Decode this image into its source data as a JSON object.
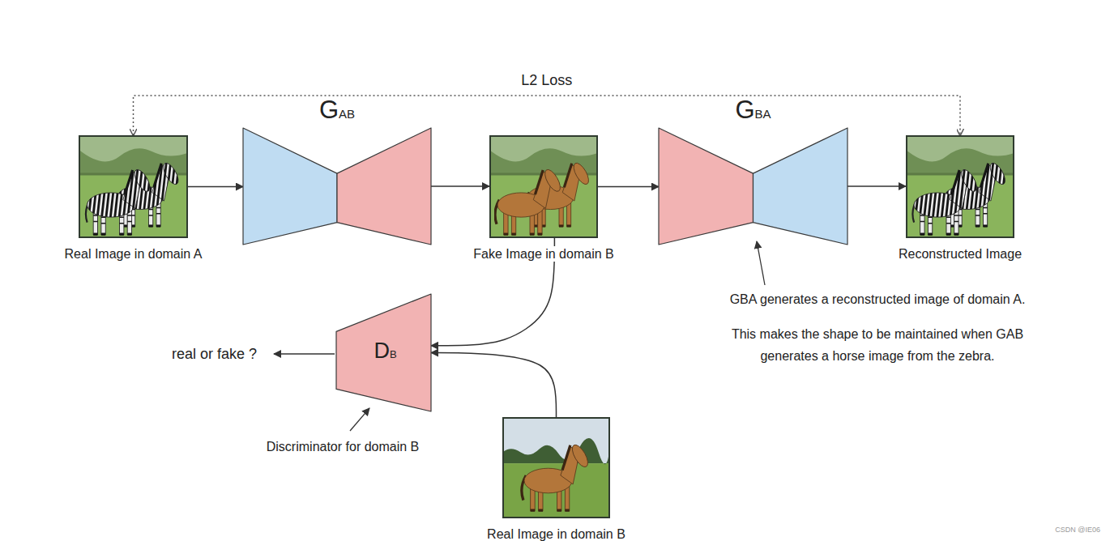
{
  "diagram": {
    "nodes": [
      {
        "text": [
          "Real Image in domain A"
        ]
      },
      {
        "text": [
          "GAB"
        ]
      },
      {
        "text": [
          "Fake Image in domain B"
        ]
      },
      {
        "text": [
          "GBA"
        ]
      },
      {
        "text": [
          "Reconstructed Image"
        ]
      },
      {
        "text": [
          "DB"
        ]
      },
      {
        "text": [
          "Real Image in domain B"
        ]
      }
    ],
    "edges": [
      {
        "from": 0,
        "to": 1,
        "arrow": "to"
      },
      {
        "from": 1,
        "to": 2,
        "arrow": "to"
      },
      {
        "from": 2,
        "to": 3,
        "arrow": "to"
      },
      {
        "from": 3,
        "to": 4,
        "arrow": "to"
      },
      {
        "from": 2,
        "to": 5,
        "arrow": "to"
      },
      {
        "from": 6,
        "to": 5,
        "arrow": "to"
      },
      {
        "from": 0,
        "to": 4,
        "label": "L2 Loss",
        "arrow": "both"
      }
    ],
    "labels": [
      "real or fake ?",
      "Discriminator for domain B",
      "GBA generates a reconstructed image of domain A.",
      "This makes the shape to be maintained when GAB generates a horse image from the zebra.",
      "CSDN @IE06"
    ]
  }
}
